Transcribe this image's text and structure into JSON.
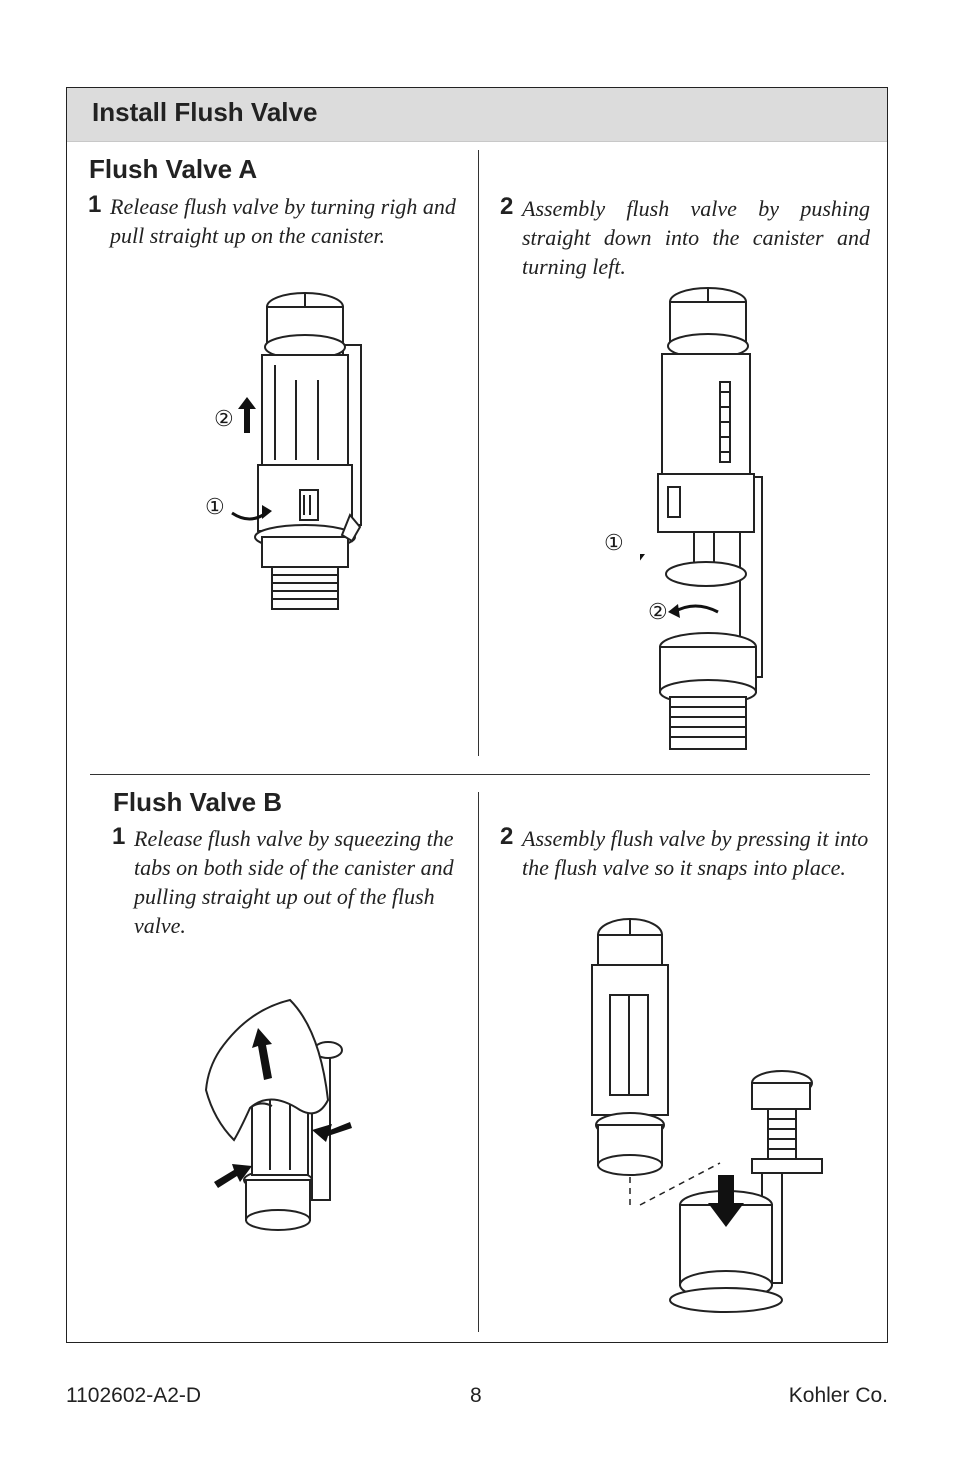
{
  "header": {
    "title": "Install Flush Valve"
  },
  "flush_valve_a": {
    "title": "Flush Valve A",
    "step1": {
      "number": "1",
      "text": "Release flush valve by turning righ and pull straight up on the canister."
    },
    "step2": {
      "number": "2",
      "text": "Assembly flush valve by pushing straight down into the canister and turning left."
    },
    "callouts": {
      "one": "①",
      "two": "②"
    }
  },
  "flush_valve_b": {
    "title": "Flush Valve B",
    "step1": {
      "number": "1",
      "text": "Release flush valve by squeezing the tabs on both side of the canister and pulling straight up out of the flush valve."
    },
    "step2": {
      "number": "2",
      "text": "Assembly flush valve by pressing it into the flush valve so it snaps into place."
    }
  },
  "footer": {
    "doc_number": "1102602-A2-D",
    "page_number": "8",
    "company": "Kohler Co."
  }
}
